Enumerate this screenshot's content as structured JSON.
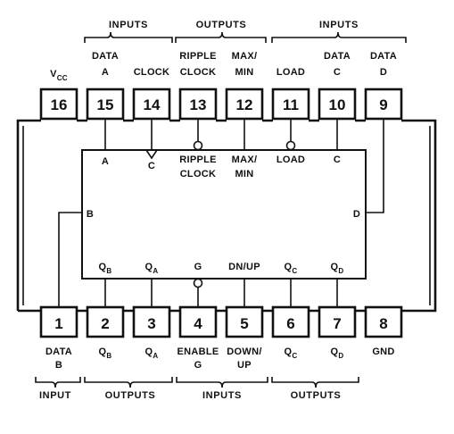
{
  "top_groups": [
    {
      "label": "INPUTS",
      "x": 0
    },
    {
      "label": "OUTPUTS",
      "x": 0
    },
    {
      "label": "INPUTS",
      "x": 0
    }
  ],
  "bottom_groups": [
    {
      "label": "INPUT"
    },
    {
      "label": "OUTPUTS"
    },
    {
      "label": "INPUTS"
    },
    {
      "label": "OUTPUTS"
    }
  ],
  "top_pins": [
    {
      "number": "16",
      "label1": "V",
      "label1_sub": "CC",
      "label2": ""
    },
    {
      "number": "15",
      "label1": "DATA",
      "label1_sub": "",
      "label2": "A"
    },
    {
      "number": "14",
      "label1": "",
      "label1_sub": "",
      "label2": "CLOCK"
    },
    {
      "number": "13",
      "label1": "RIPPLE",
      "label1_sub": "",
      "label2": "CLOCK"
    },
    {
      "number": "12",
      "label1": "MAX/",
      "label1_sub": "",
      "label2": "MIN"
    },
    {
      "number": "11",
      "label1": "",
      "label1_sub": "",
      "label2": "LOAD"
    },
    {
      "number": "10",
      "label1": "DATA",
      "label1_sub": "",
      "label2": "C"
    },
    {
      "number": "9",
      "label1": "DATA",
      "label1_sub": "",
      "label2": "D"
    }
  ],
  "bottom_pins": [
    {
      "number": "1",
      "label1": "DATA",
      "label1_sub": "",
      "label2": "B"
    },
    {
      "number": "2",
      "label1": "Q",
      "label1_sub": "B",
      "label2": ""
    },
    {
      "number": "3",
      "label1": "Q",
      "label1_sub": "A",
      "label2": ""
    },
    {
      "number": "4",
      "label1": "ENABLE",
      "label1_sub": "",
      "label2": "G"
    },
    {
      "number": "5",
      "label1": "DOWN/",
      "label1_sub": "",
      "label2": "UP"
    },
    {
      "number": "6",
      "label1": "Q",
      "label1_sub": "C",
      "label2": ""
    },
    {
      "number": "7",
      "label1": "Q",
      "label1_sub": "D",
      "label2": ""
    },
    {
      "number": "8",
      "label1": "GND",
      "label1_sub": "",
      "label2": ""
    }
  ],
  "inner_top_labels": [
    {
      "text": "A"
    },
    {
      "text": "C"
    },
    {
      "text": "RIPPLE"
    },
    {
      "text": "CLOCK"
    },
    {
      "text": "MAX/"
    },
    {
      "text": "MIN"
    },
    {
      "text": "LOAD"
    },
    {
      "text": "C"
    }
  ],
  "inner_bottom_labels": [
    {
      "text": "Q",
      "sub": "B"
    },
    {
      "text": "Q",
      "sub": "A"
    },
    {
      "text": "G",
      "sub": ""
    },
    {
      "text": "DN/UP",
      "sub": ""
    },
    {
      "text": "Q",
      "sub": "C"
    },
    {
      "text": "Q",
      "sub": "D"
    }
  ],
  "inner_side_labels": {
    "left": "B",
    "right": "D"
  }
}
